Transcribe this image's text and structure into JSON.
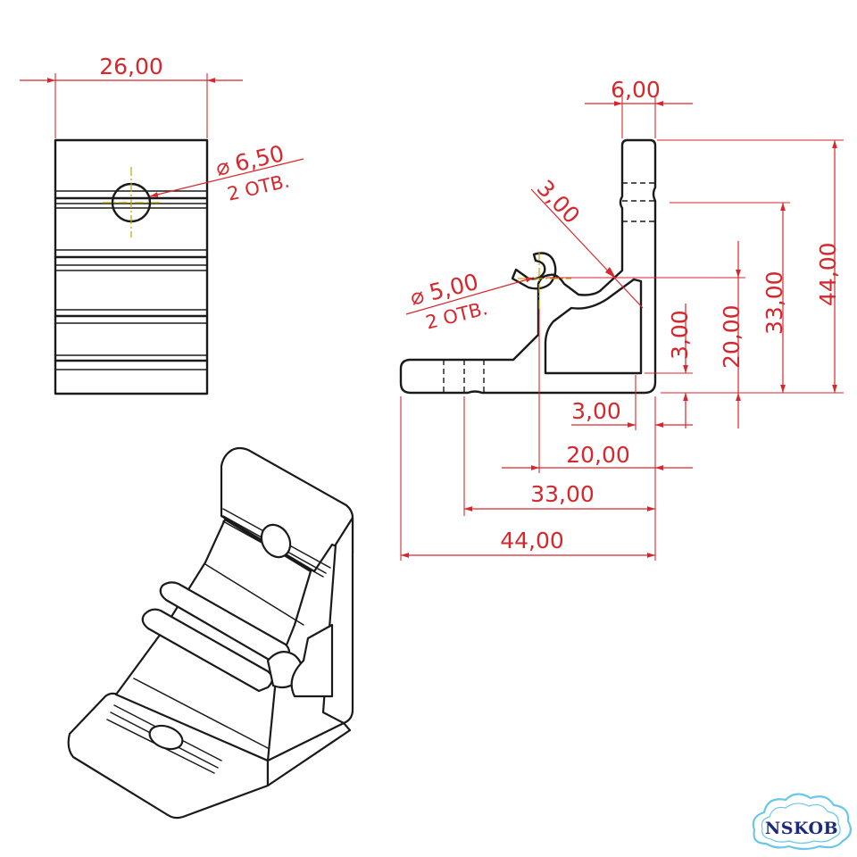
{
  "dimensions": {
    "top_view_width": "26,00",
    "hole_top_dia": "6,50",
    "hole_top_count": "2 ОТВ.",
    "wall_thickness": "6,00",
    "chamfer": "3,00",
    "hole_side_dia": "5,00",
    "hole_side_count": "2 ОТВ.",
    "height_slot": "3,00",
    "height_inner": "20,00",
    "height_slot_axis": "33,00",
    "height_total": "44,00",
    "width_slot": "3,00",
    "width_inner": "20,00",
    "width_slot_axis": "33,00",
    "width_total": "44,00"
  },
  "symbols": {
    "diameter": "⌀"
  },
  "logo": {
    "text": "NSKOB",
    "color": "#1c2a7a"
  },
  "colors": {
    "dimension": "#d8262d",
    "outline": "#1a1a1a",
    "centerline": "#c9a400"
  }
}
